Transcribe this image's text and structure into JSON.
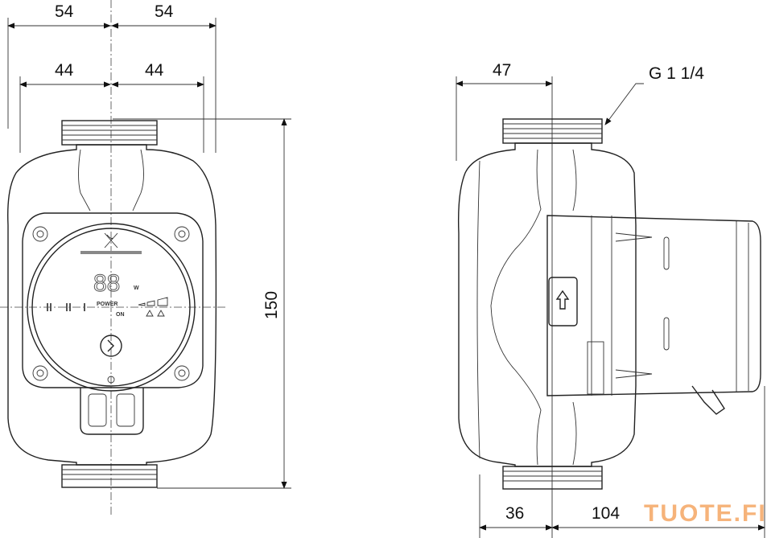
{
  "front_view": {
    "dim_outer_left": "54",
    "dim_outer_right": "54",
    "dim_inner_left": "44",
    "dim_inner_right": "44",
    "dim_height": "150",
    "display": {
      "digits": "88",
      "unit": "W",
      "power_label": "POWER",
      "on_label": "ON"
    }
  },
  "side_view": {
    "dim_top": "47",
    "thread_label": "G 1 1/4",
    "dim_bottom_left": "36",
    "dim_bottom_right": "104"
  },
  "watermark": "TUOTE.FI"
}
